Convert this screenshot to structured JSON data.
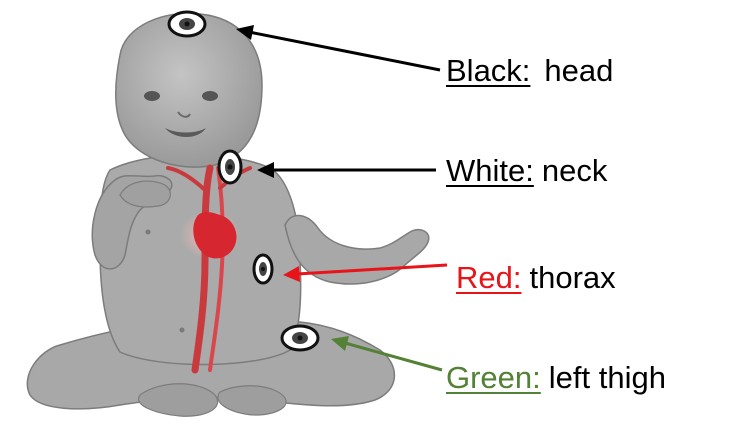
{
  "labels": [
    {
      "key": "Black:",
      "value": "head",
      "color": "#000000"
    },
    {
      "key": "White:",
      "value": "neck",
      "color": "#000000"
    },
    {
      "key": "Red:",
      "value": "thorax",
      "color": "#e8141a"
    },
    {
      "key": "Green:",
      "value": "left thigh",
      "color": "#538135"
    }
  ],
  "colors": {
    "body": "#a9a9a9",
    "body_outline": "#7c7c7c",
    "head": "#b0b0b0",
    "vessels": "#c93a3e",
    "heart": "#d6262f",
    "arrow_black": "#000000",
    "arrow_red": "#e8141a",
    "arrow_green": "#538135"
  }
}
